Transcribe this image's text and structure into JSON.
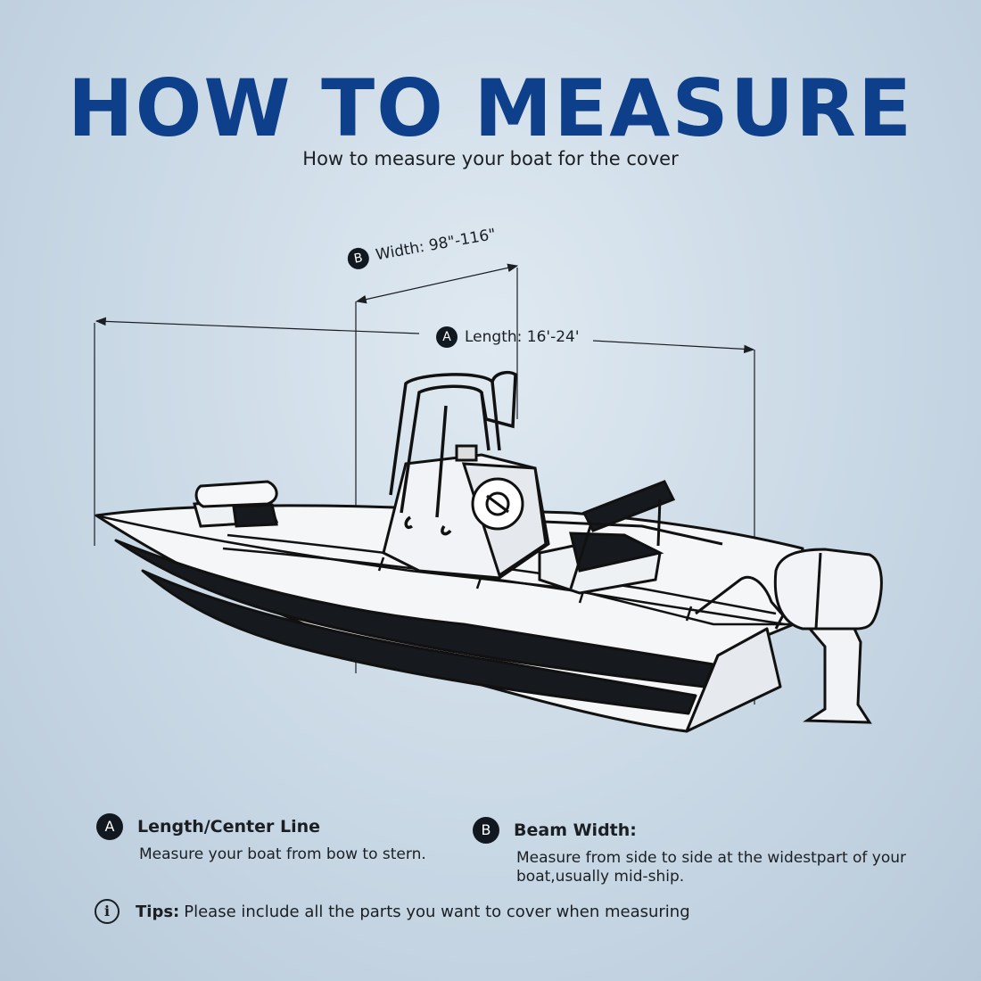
{
  "header": {
    "title": "HOW TO MEASURE",
    "subtitle": "How to measure your boat for the cover"
  },
  "dimensions": {
    "width": {
      "badge": "B",
      "label": "Width: 98\"-116\""
    },
    "length": {
      "badge": "A",
      "label": "Length: 16'-24'"
    }
  },
  "legend": [
    {
      "badge": "A",
      "heading": "Length/Center Line",
      "text": "Measure your boat from bow to stern."
    },
    {
      "badge": "B",
      "heading": "Beam Width:",
      "text": "Measure from side to side at the widestpart of your boat,usually mid-ship."
    }
  ],
  "tips": {
    "icon": "info-icon",
    "label": "Tips:",
    "text": "Please include all the parts you want to cover when measuring"
  },
  "colors": {
    "title": "#0e3f8a",
    "ink": "#1b1f24",
    "background": "#c9d8e5"
  }
}
